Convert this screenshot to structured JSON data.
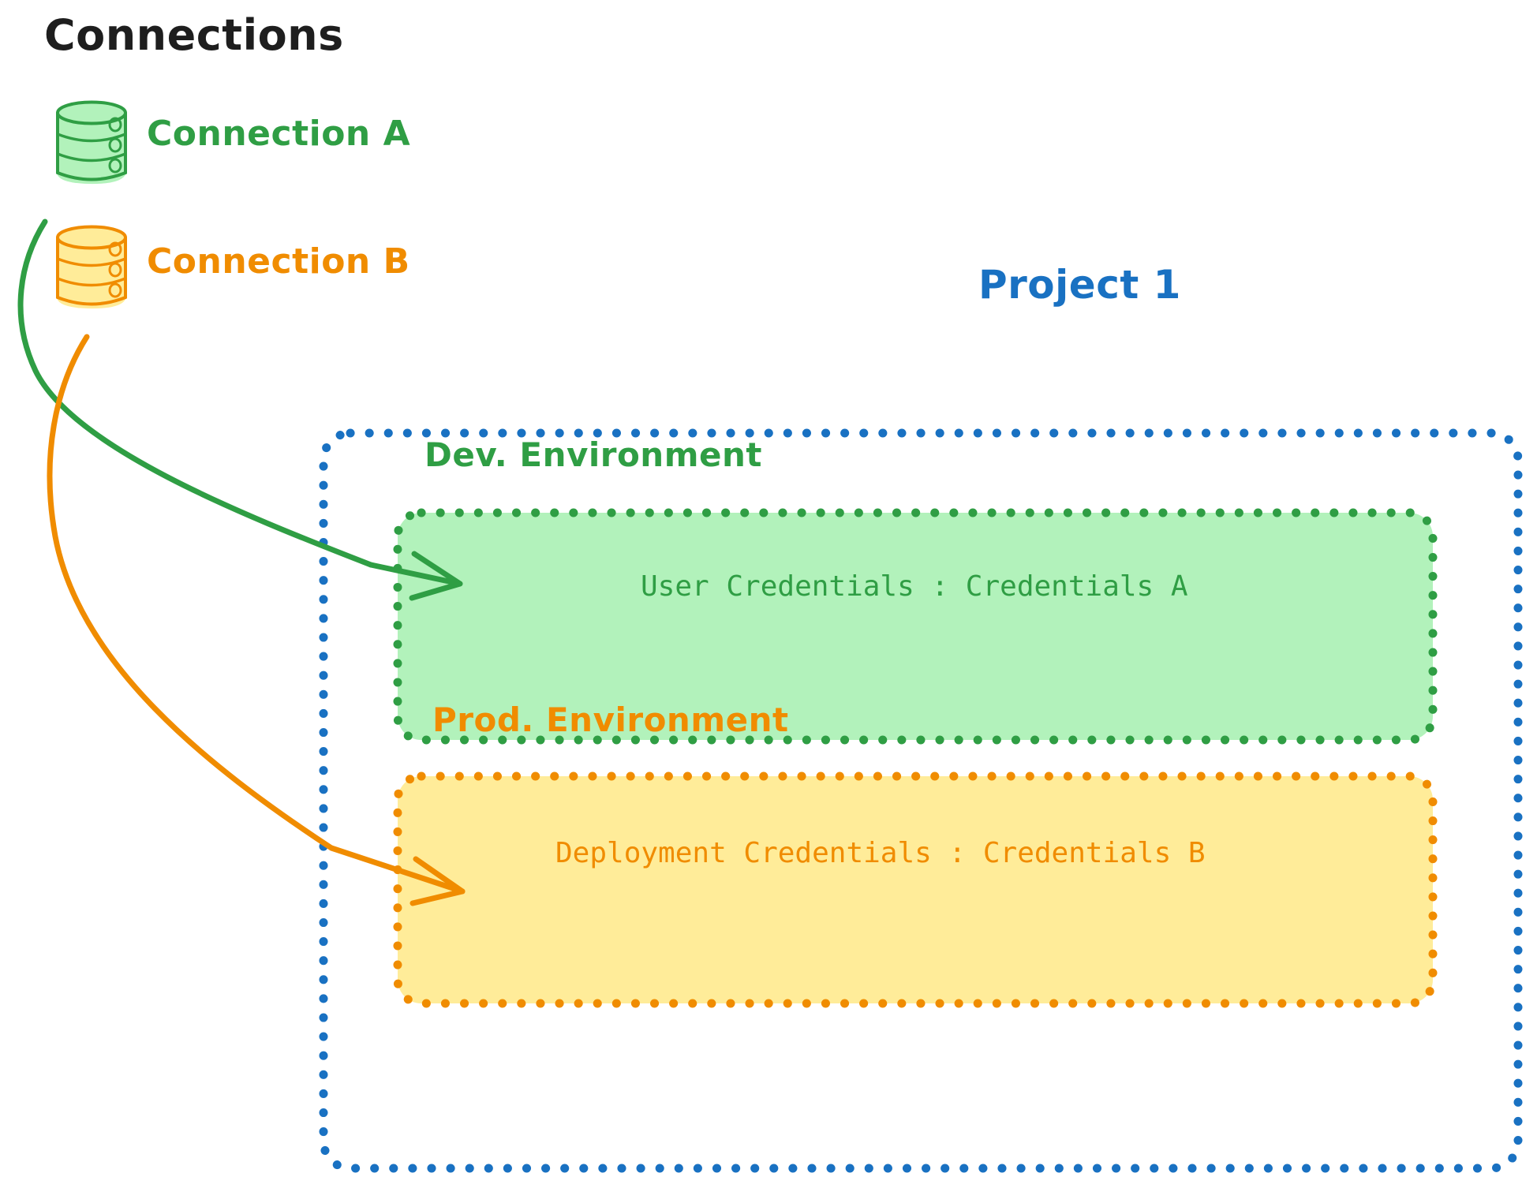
{
  "diagram": {
    "title": "Connections",
    "background": "#ffffff"
  },
  "connections": {
    "heading": "Connections",
    "items": [
      {
        "id": "connection-a",
        "label": "Connection A",
        "icon": "database-cylinder-icon",
        "stroke": "#2f9e44",
        "fill": "#b2f2bb"
      },
      {
        "id": "connection-b",
        "label": "Connection B",
        "icon": "database-cylinder-icon",
        "stroke": "#f08c00",
        "fill": "#ffec99"
      }
    ]
  },
  "project": {
    "title": "Project 1",
    "border_color": "#1971c2",
    "environments": [
      {
        "id": "dev-environment",
        "name": "Dev. Environment",
        "credential_label": "User Credentials",
        "credential_separator": ":",
        "credential_value": "Credentials A",
        "credential_line": "User Credentials : Credentials A",
        "fill": "#b2f2bb",
        "border_color": "#2f9e44",
        "text_color": "#2f9e44"
      },
      {
        "id": "prod-environment",
        "name": "Prod. Environment",
        "credential_label": "Deployment Credentials",
        "credential_separator": ":",
        "credential_value": "Credentials B",
        "credential_line": "Deployment Credentials : Credentials B",
        "fill": "#ffec99",
        "border_color": "#f08c00",
        "text_color": "#f08c00"
      }
    ]
  },
  "arrows": [
    {
      "id": "arrow-connection-a-to-dev",
      "from": "connection-a",
      "to": "dev-environment",
      "color": "#2f9e44"
    },
    {
      "id": "arrow-connection-b-to-prod",
      "from": "connection-b",
      "to": "prod-environment",
      "color": "#f08c00"
    }
  ],
  "colors": {
    "green_stroke": "#2f9e44",
    "green_fill": "#b2f2bb",
    "orange_stroke": "#f08c00",
    "orange_fill": "#ffec99",
    "blue_stroke": "#1971c2",
    "black_text": "#1e1e1e"
  }
}
